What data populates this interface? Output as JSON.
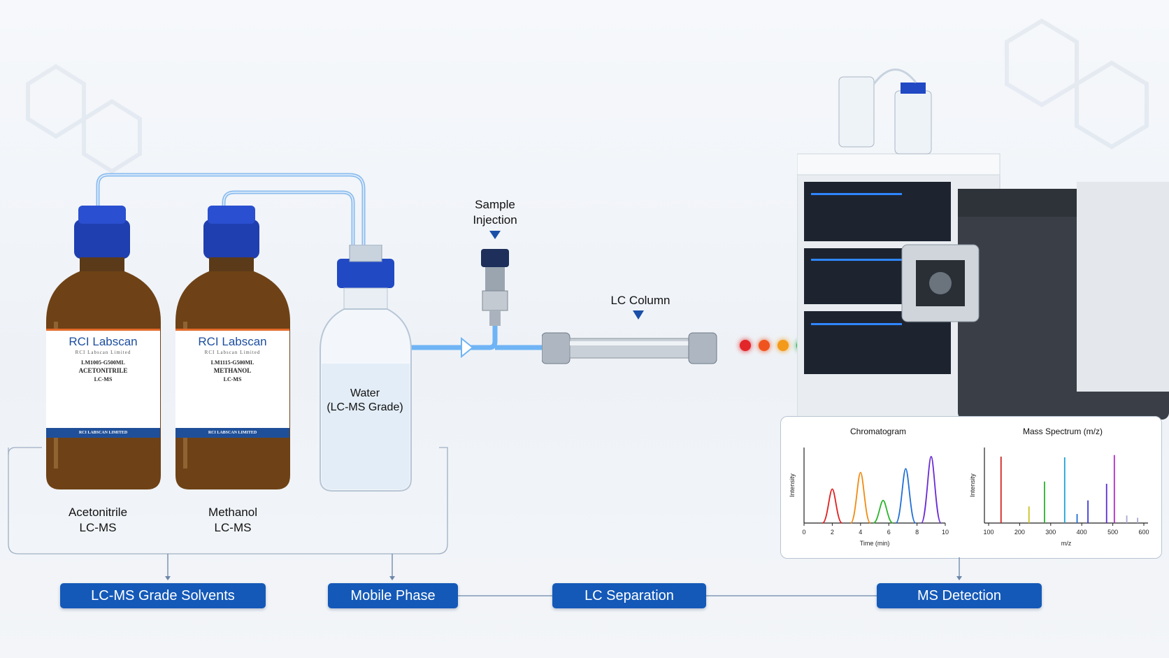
{
  "bottles": [
    {
      "brand": "RCI Labscan",
      "brand_sub": "RCI Labscan Limited",
      "code": "LM1005-G500ML",
      "chemical": "ACETONITRILE",
      "grade": "LC-MS",
      "footer": "RCI LABSCAN LIMITED",
      "caption_line1": "Acetonitrile",
      "caption_line2": "LC-MS",
      "cap_color": "#1f3fb0"
    },
    {
      "brand": "RCI Labscan",
      "brand_sub": "RCI Labscan Limited",
      "code": "LM1115-G500ML",
      "chemical": "METHANOL",
      "grade": "LC-MS",
      "footer": "RCI LABSCAN LIMITED",
      "caption_line1": "Methanol",
      "caption_line2": "LC-MS",
      "cap_color": "#1f3fb0"
    }
  ],
  "water": {
    "line1": "Water",
    "line2": "(LC-MS Grade)"
  },
  "injection": {
    "line1": "Sample",
    "line2": "Injection"
  },
  "column": {
    "label": "LC Column"
  },
  "workflow": {
    "steps": [
      "LC-MS Grade Solvents",
      "Mobile Phase",
      "LC Separation",
      "MS Detection"
    ],
    "accent": "#1459b8"
  },
  "chromatogram": {
    "title": "Chromatogram",
    "ylabel": "Intensity",
    "xlabel": "Time (min)",
    "xticks": [
      "0",
      "2",
      "4",
      "6",
      "8",
      "10"
    ]
  },
  "spectrum": {
    "title": "Mass Spectrum (m/z)",
    "ylabel": "Intensity",
    "xlabel": "m/z",
    "xticks": [
      "100",
      "200",
      "300",
      "400",
      "500",
      "600"
    ]
  },
  "chart_data": [
    {
      "type": "line",
      "title": "Chromatogram",
      "xlabel": "Time (min)",
      "ylabel": "Intensity",
      "xlim": [
        0,
        10
      ],
      "series": [
        {
          "peak_x": 2.0,
          "height": 0.45,
          "color": "#e02020"
        },
        {
          "peak_x": 4.0,
          "height": 0.67,
          "color": "#f08a10"
        },
        {
          "peak_x": 5.6,
          "height": 0.3,
          "color": "#2bb32b"
        },
        {
          "peak_x": 7.2,
          "height": 0.72,
          "color": "#1f6fd6"
        },
        {
          "peak_x": 9.0,
          "height": 0.88,
          "color": "#6a2bd6"
        }
      ]
    },
    {
      "type": "bar",
      "title": "Mass Spectrum (m/z)",
      "xlabel": "m/z",
      "ylabel": "Intensity",
      "xlim": [
        100,
        600
      ],
      "peaks": [
        {
          "mz": 140,
          "height": 0.88,
          "color": "#d42020"
        },
        {
          "mz": 230,
          "height": 0.22,
          "color": "#c9c020"
        },
        {
          "mz": 280,
          "height": 0.55,
          "color": "#2bb32b"
        },
        {
          "mz": 345,
          "height": 0.87,
          "color": "#1f9fd6"
        },
        {
          "mz": 385,
          "height": 0.12,
          "color": "#1f6fd6"
        },
        {
          "mz": 420,
          "height": 0.3,
          "color": "#3b3bd6"
        },
        {
          "mz": 480,
          "height": 0.52,
          "color": "#5a2bd6"
        },
        {
          "mz": 505,
          "height": 0.9,
          "color": "#b02bc9"
        },
        {
          "mz": 545,
          "height": 0.1,
          "color": "#a8a8d0"
        },
        {
          "mz": 580,
          "height": 0.07,
          "color": "#a8a8d0"
        }
      ]
    }
  ],
  "analyte_dots": [
    "#e3262a",
    "#f0541e",
    "#f39a1a",
    "#2fb14a",
    "#1f6fd6",
    "#3b3bc9",
    "#9b2bd6"
  ]
}
